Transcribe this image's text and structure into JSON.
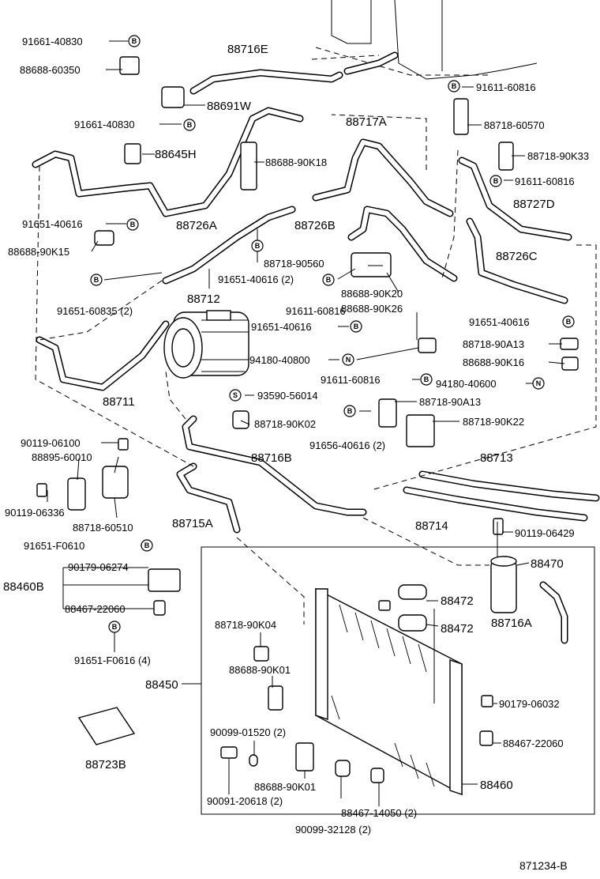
{
  "diagram_id": "871234-B",
  "labels": {
    "p88716E": "88716E",
    "p91661_40830_a": "91661-40830",
    "p88688_60350": "88688-60350",
    "p88691W": "88691W",
    "p91661_40830_b": "91661-40830",
    "p88645H": "88645H",
    "p88688_90K18": "88688-90K18",
    "p88717A": "88717A",
    "p91611_60816_a": "91611-60816",
    "p88718_60570": "88718-60570",
    "p88718_90K33": "88718-90K33",
    "p91611_60816_b": "91611-60816",
    "p88727D": "88727D",
    "p88726A": "88726A",
    "p88726B": "88726B",
    "p91651_40616_a": "91651-40616",
    "p88688_90K15": "88688-90K15",
    "p88726C": "88726C",
    "p88718_90560": "88718-90560",
    "p91651_40616_2a": "91651-40616 (2)",
    "p88688_90K20": "88688-90K20",
    "p88712": "88712",
    "p91611_60816_c": "91611-60816",
    "p91651_60835_2": "91651-60835 (2)",
    "p88688_90K26": "88688-90K26",
    "p91651_40616_b": "91651-40616",
    "p91651_40616_c": "91651-40616",
    "p88718_90A13_a": "88718-90A13",
    "p94180_40800": "94180-40800",
    "p88688_90K16": "88688-90K16",
    "p91611_60816_d": "91611-60816",
    "p94180_40600": "94180-40600",
    "p88711": "88711",
    "p93590_56014": "93590-56014",
    "p88718_90A13_b": "88718-90A13",
    "p88718_90K02": "88718-90K02",
    "p88718_90K22": "88718-90K22",
    "p91656_40616_2": "91656-40616 (2)",
    "p90119_06100": "90119-06100",
    "p88895_60010": "88895-60010",
    "p88716B": "88716B",
    "p88713": "88713",
    "p90119_06336": "90119-06336",
    "p88718_60510": "88718-60510",
    "p88715A": "88715A",
    "p88714": "88714",
    "p90119_06429": "90119-06429",
    "p91651_F0610": "91651-F0610",
    "p90179_06274": "90179-06274",
    "p88460B": "88460B",
    "p88470": "88470",
    "p88467_22060_a": "88467-22060",
    "p88472_a": "88472",
    "p88472_b": "88472",
    "p88716A": "88716A",
    "p88718_90K04": "88718-90K04",
    "p91651_F0616_4": "91651-F0616 (4)",
    "p88688_90K01_a": "88688-90K01",
    "p88450": "88450",
    "p90179_06032": "90179-06032",
    "p90099_01520_2": "90099-01520 (2)",
    "p88467_22060_b": "88467-22060",
    "p88723B": "88723B",
    "p90091_20618_2": "90091-20618 (2)",
    "p88688_90K01_b": "88688-90K01",
    "p88460": "88460",
    "p88467_14050_2": "88467-14050 (2)",
    "p90099_32128_2": "90099-32128 (2)"
  },
  "badges": {
    "B": "B",
    "N": "N",
    "S": "S"
  }
}
